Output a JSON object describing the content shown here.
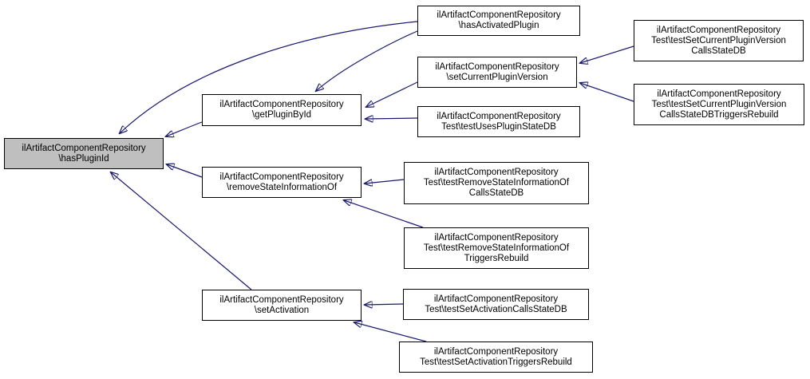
{
  "diagram": {
    "kind": "caller-graph",
    "background_color": "#ffffff",
    "edge_color": "#191970",
    "node_border_color": "#000000",
    "node_fill_color": "#ffffff",
    "highlighted_node_fill_color": "#bfbfbf",
    "highlighted_node": "hasPluginId"
  },
  "nodes": {
    "hasPluginId": {
      "lines": [
        "ilArtifactComponentRepository",
        "\\hasPluginId"
      ],
      "highlighted": true
    },
    "getPluginById": {
      "lines": [
        "ilArtifactComponentRepository",
        "\\getPluginById"
      ],
      "highlighted": false
    },
    "hasActivatedPlugin": {
      "lines": [
        "ilArtifactComponentRepository",
        "\\hasActivatedPlugin"
      ],
      "highlighted": false
    },
    "setCurrentPluginVersion": {
      "lines": [
        "ilArtifactComponentRepository",
        "\\setCurrentPluginVersion"
      ],
      "highlighted": false
    },
    "testUsesPluginStateDB": {
      "lines": [
        "ilArtifactComponentRepository",
        "Test\\testUsesPluginStateDB"
      ],
      "highlighted": false
    },
    "testSetCurrentPluginVersionCallsStateDB": {
      "lines": [
        "ilArtifactComponentRepository",
        "Test\\testSetCurrentPluginVersion",
        "CallsStateDB"
      ],
      "highlighted": false
    },
    "testSetCurrentPluginVersionCallsStateDBTriggersRebuild": {
      "lines": [
        "ilArtifactComponentRepository",
        "Test\\testSetCurrentPluginVersion",
        "CallsStateDBTriggersRebuild"
      ],
      "highlighted": false
    },
    "removeStateInformationOf": {
      "lines": [
        "ilArtifactComponentRepository",
        "\\removeStateInformationOf"
      ],
      "highlighted": false
    },
    "testRemoveStateInformationOfCallsStateDB": {
      "lines": [
        "ilArtifactComponentRepository",
        "Test\\testRemoveStateInformationOf",
        "CallsStateDB"
      ],
      "highlighted": false
    },
    "testRemoveStateInformationOfTriggersRebuild": {
      "lines": [
        "ilArtifactComponentRepository",
        "Test\\testRemoveStateInformationOf",
        "TriggersRebuild"
      ],
      "highlighted": false
    },
    "setActivation": {
      "lines": [
        "ilArtifactComponentRepository",
        "\\setActivation"
      ],
      "highlighted": false
    },
    "testSetActivationCallsStateDB": {
      "lines": [
        "ilArtifactComponentRepository",
        "Test\\testSetActivationCallsStateDB"
      ],
      "highlighted": false
    },
    "testSetActivationTriggersRebuild": {
      "lines": [
        "ilArtifactComponentRepository",
        "Test\\testSetActivationTriggersRebuild"
      ],
      "highlighted": false
    }
  },
  "edges": [
    {
      "from": "hasActivatedPlugin",
      "to": "hasPluginId"
    },
    {
      "from": "hasActivatedPlugin",
      "to": "getPluginById"
    },
    {
      "from": "getPluginById",
      "to": "hasPluginId"
    },
    {
      "from": "setCurrentPluginVersion",
      "to": "getPluginById"
    },
    {
      "from": "testUsesPluginStateDB",
      "to": "getPluginById"
    },
    {
      "from": "testSetCurrentPluginVersionCallsStateDB",
      "to": "setCurrentPluginVersion"
    },
    {
      "from": "testSetCurrentPluginVersionCallsStateDBTriggersRebuild",
      "to": "setCurrentPluginVersion"
    },
    {
      "from": "removeStateInformationOf",
      "to": "hasPluginId"
    },
    {
      "from": "setActivation",
      "to": "hasPluginId"
    },
    {
      "from": "testRemoveStateInformationOfCallsStateDB",
      "to": "removeStateInformationOf"
    },
    {
      "from": "testRemoveStateInformationOfTriggersRebuild",
      "to": "removeStateInformationOf"
    },
    {
      "from": "testSetActivationCallsStateDB",
      "to": "setActivation"
    },
    {
      "from": "testSetActivationTriggersRebuild",
      "to": "setActivation"
    }
  ]
}
